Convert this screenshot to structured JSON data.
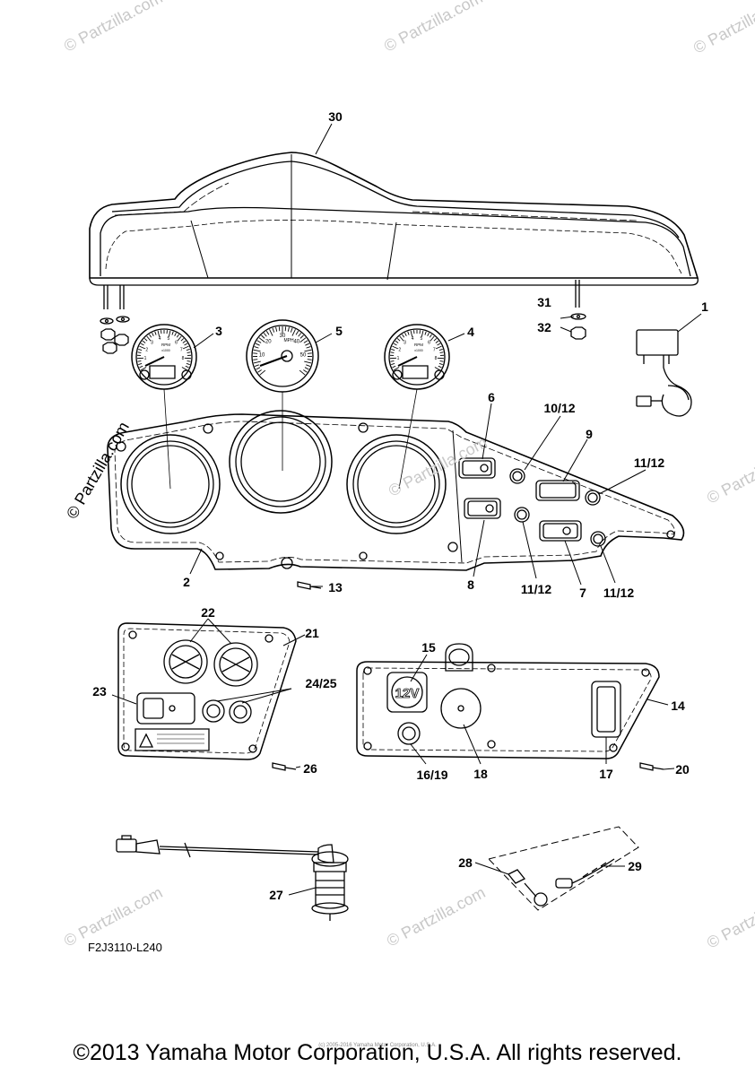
{
  "watermark": "© Partzilla.com",
  "diagram_code": "F2J3110-L240",
  "footer": {
    "copyright": "©2013 Yamaha Motor Corporation, U.S.A. All rights reserved.",
    "fine_print": "(c) 2005-2016 Yamaha Motor Corporation, U.S.A."
  },
  "gauge_text": {
    "rpm": "RPM",
    "mph": "MPH",
    "x1000": "x1000",
    "mph_ticks": [
      "10",
      "20",
      "30",
      "40",
      "50"
    ],
    "rpm_ticks": [
      "1",
      "2",
      "3",
      "4",
      "5",
      "6",
      "7",
      "8"
    ]
  },
  "part_labels": {
    "p1": "1",
    "p2": "2",
    "p3": "3",
    "p4": "4",
    "p5": "5",
    "p6": "6",
    "p7": "7",
    "p8": "8",
    "p9": "9",
    "p10_12": "10/12",
    "p11_12_a": "11/12",
    "p11_12_b": "11/12",
    "p11_12_c": "11/12",
    "p13": "13",
    "p14": "14",
    "p15": "15",
    "p16_19": "16/19",
    "p17": "17",
    "p18": "18",
    "p20": "20",
    "p21": "21",
    "p22": "22",
    "p23": "23",
    "p24_25": "24/25",
    "p26": "26",
    "p27": "27",
    "p28": "28",
    "p29": "29",
    "p30": "30",
    "p31": "31",
    "p32": "32"
  },
  "socket_label": "12V"
}
